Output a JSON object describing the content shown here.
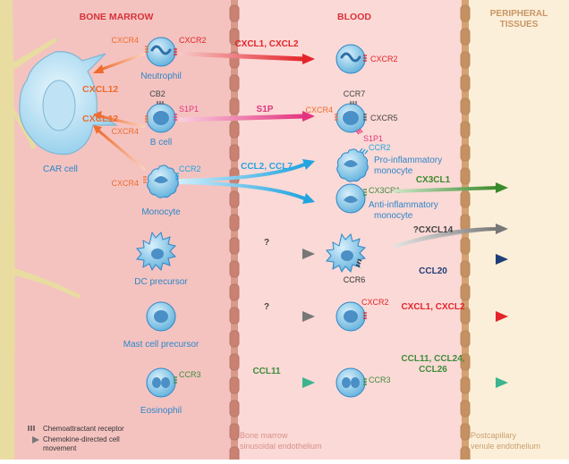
{
  "regions": {
    "bone_marrow": "BONE MARROW",
    "blood": "BLOOD",
    "peripheral_line1": "PERIPHERAL",
    "peripheral_line2": "TISSUES"
  },
  "car_cell": {
    "label": "CAR cell",
    "chemokine_top": "CXCL12",
    "chemokine_bottom": "CXCL12"
  },
  "marrow_cells": {
    "neutrophil": {
      "label": "Neutrophil",
      "receptor_left": "CXCR4",
      "receptor_right": "CXCR2"
    },
    "bcell": {
      "label": "B cell",
      "receptor_top": "CB2",
      "receptor_left": "CXCR4",
      "receptor_right": "S1P1"
    },
    "monocyte": {
      "label": "Monocyte",
      "receptor_left": "CXCR4",
      "receptor_right": "CCR2"
    },
    "dc": {
      "label": "DC precursor"
    },
    "mast": {
      "label": "Mast cell precursor"
    },
    "eosinophil": {
      "label": "Eosinophil",
      "receptor_right": "CCR3"
    }
  },
  "blood_cells": {
    "neutrophil": {
      "receptor": "CXCR2"
    },
    "bcell": {
      "receptor_top": "CCR7",
      "receptor_left": "CXCR4",
      "receptor_right": "CXCR5",
      "receptor_bottom": "S1P1"
    },
    "pro_mono": {
      "receptor": "CCR2",
      "label_line1": "Pro-inflammatory",
      "label_line2": "monocyte"
    },
    "anti_mono": {
      "receptor": "CX3CR1",
      "label_line1": "Anti-inflammatory",
      "label_line2": "monocyte"
    },
    "dc": {
      "receptor": "CCR6"
    },
    "mast": {
      "receptor": "CXCR2"
    },
    "eosinophil": {
      "receptor": "CCR3"
    }
  },
  "arrow_labels": {
    "neutrophil": "CXCL1, CXCL2",
    "bcell": "S1P",
    "monocyte": "CCL2, CCL7",
    "dc": "?",
    "mast": "?",
    "eosinophil": "CCL11",
    "anti_mono_tissue": "CX3CL1",
    "cxcl14": "?CXCL14",
    "ccl20": "CCL20",
    "mast_tissue": "CXCL1, CXCL2",
    "eos_tissue_line1": "CCL11, CCL24,",
    "eos_tissue_line2": "CCL26"
  },
  "legend": {
    "receptor": "Chemoattractant receptor",
    "movement_line1": "Chemokine-directed cell",
    "movement_line2": "movement"
  },
  "endothelium": {
    "marrow_line1": "Bone marrow",
    "marrow_line2": "sinusoidal endothelium",
    "venule_line1": "Postcapillary",
    "venule_line2": "venule endothelium"
  },
  "colors": {
    "marrow_bg": "#f4c3c0",
    "blood_bg": "#fbd9d6",
    "tissue_bg": "#fcefd9",
    "wall": "#c4906a",
    "title_red": "#d8323a",
    "title_tan": "#c89666",
    "cell_blue": "#2e86c8",
    "orange": "#ef6b2e",
    "red": "#e3242b",
    "magenta": "#e3347f",
    "cyan": "#21a4e0",
    "green": "#3e8c3b",
    "teal": "#3bb48f",
    "navy": "#1f3d78",
    "gray": "#7f7f7f"
  }
}
